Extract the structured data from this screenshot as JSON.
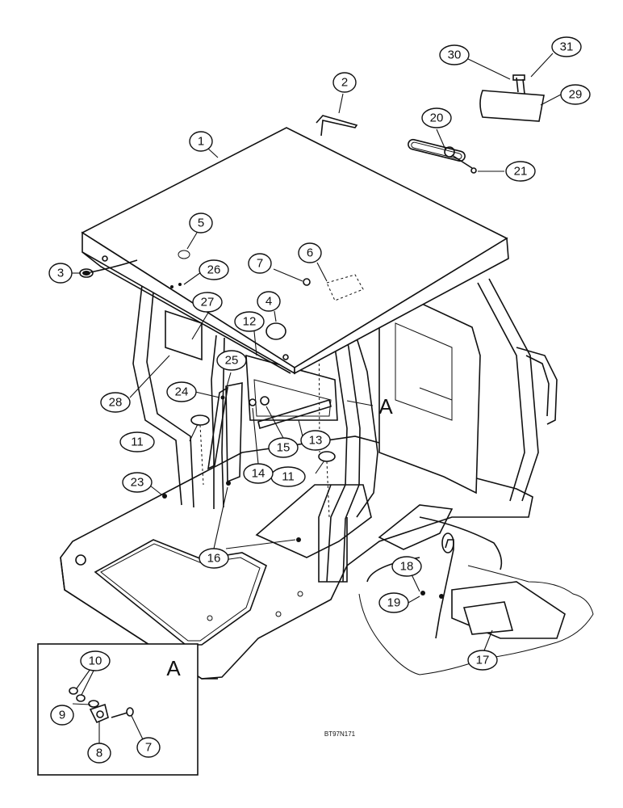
{
  "callouts": [
    "1",
    "2",
    "3",
    "4",
    "5",
    "6",
    "7",
    "11",
    "12",
    "13",
    "14",
    "15",
    "16",
    "17",
    "18",
    "19",
    "20",
    "21",
    "23",
    "24",
    "25",
    "26",
    "27",
    "28",
    "29",
    "30",
    "31"
  ],
  "inset": {
    "label": "A",
    "callouts": [
      "10",
      "9",
      "8",
      "7"
    ]
  },
  "section_marker": "A",
  "drawing_code": "BT97N171"
}
